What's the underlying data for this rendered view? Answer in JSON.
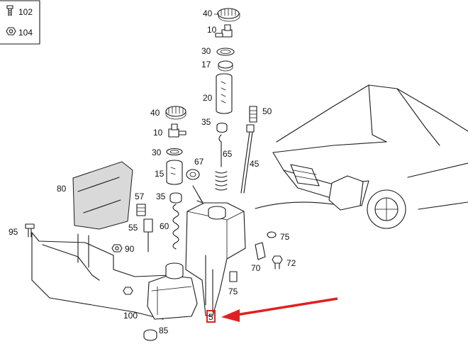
{
  "legend": {
    "items": [
      {
        "label": "102",
        "icon": "bolt-icon"
      },
      {
        "label": "104",
        "icon": "nut-icon"
      }
    ]
  },
  "callouts": {
    "c40a": "40",
    "c10a": "10",
    "c30a": "30",
    "c17": "17",
    "c20": "20",
    "c40b": "40",
    "c10b": "10",
    "c30b": "30",
    "c35a": "35",
    "c50": "50",
    "c65": "65",
    "c67": "67",
    "c15": "15",
    "c45": "45",
    "c80": "80",
    "c57": "57",
    "c35b": "35",
    "c55": "55",
    "c60": "60",
    "c95": "95",
    "c90": "90",
    "c75a": "75",
    "c70": "70",
    "c72": "72",
    "c75b": "75",
    "c100": "100",
    "c85": "85",
    "c5": "5"
  },
  "colors": {
    "highlight": "#e02020",
    "line": "#1a1a1a"
  }
}
